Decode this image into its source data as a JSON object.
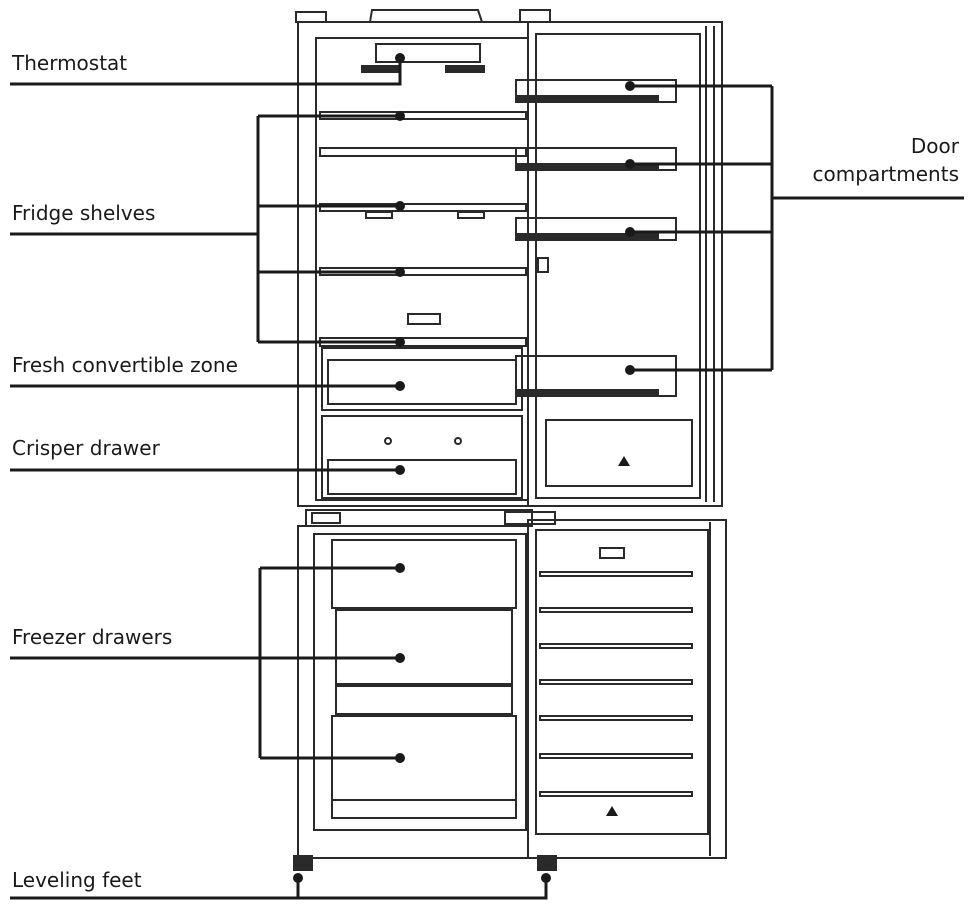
{
  "labels": {
    "thermostat": "Thermostat",
    "fridge_shelves": "Fridge shelves",
    "fresh_zone": "Fresh convertible zone",
    "crisper": "Crisper drawer",
    "freezer_drawers": "Freezer drawers",
    "leveling_feet": "Leveling feet",
    "door_compartments_line1": "Door",
    "door_compartments_line2": "compartments"
  },
  "colors": {
    "line": "#1a1a1a",
    "outline": "#2a2a2a",
    "background": "#ffffff"
  }
}
